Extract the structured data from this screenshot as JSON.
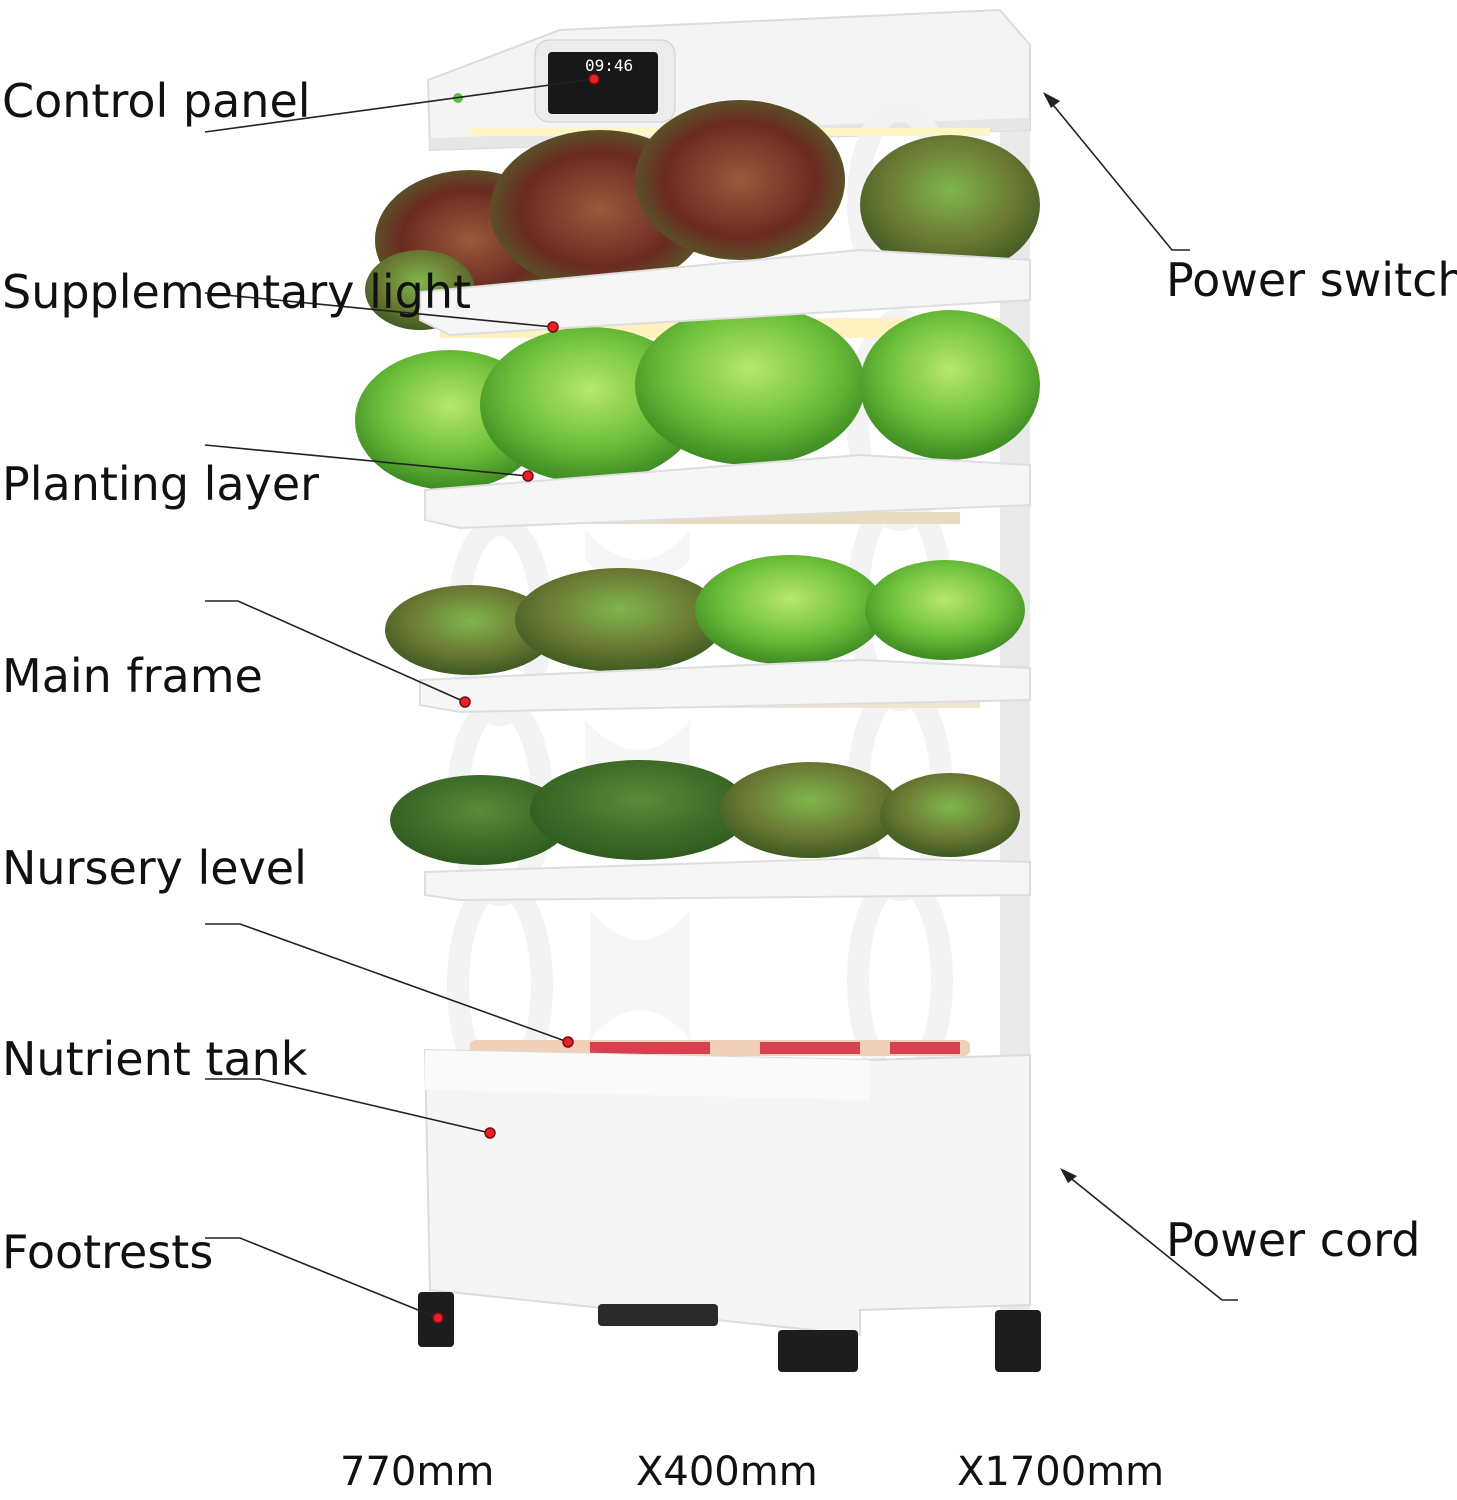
{
  "labels": {
    "control_panel": "Control panel",
    "supplementary_light": "Supplementary light",
    "planting_layer": "Planting layer",
    "main_frame": "Main frame",
    "nursery_level": "Nursery level",
    "nutrient_tank": "Nutrient tank",
    "footrests": "Footrests",
    "power_switch": "Power switch",
    "power_cord": "Power cord"
  },
  "display": {
    "time": "09:46"
  },
  "dimensions": {
    "width": "770mm",
    "depth": "X400mm",
    "height": "X1700mm"
  },
  "colors": {
    "marker": "#e8202a",
    "frame": "#f2f2f2",
    "foot": "#1d1d1d"
  }
}
